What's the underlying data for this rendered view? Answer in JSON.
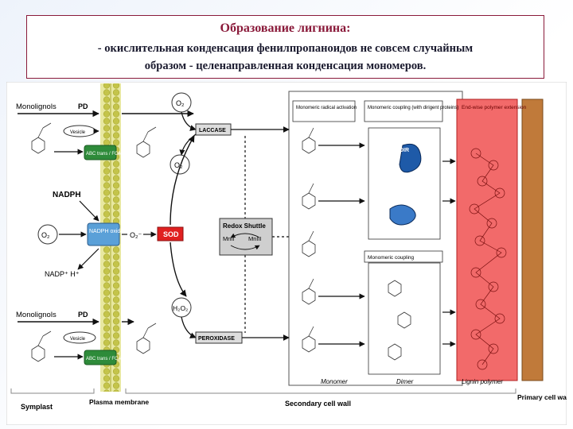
{
  "title": {
    "line1": "Образование лигнина:",
    "line2": "- окислительная конденсация фенилпропаноидов не совсем случайным",
    "line3": "образом - целенаправленная конденсация мономеров."
  },
  "diagram": {
    "monolignols_top": "Monolignols",
    "pd_top": "PD",
    "vesicle": "Vesicle",
    "abc_top": "ABC trans / FCA",
    "abc_bottom": "ABC trans / FCA",
    "nadph": "NADPH",
    "nadph_oxidase": "NADPH oxidase",
    "nadp": "NADP⁺ H⁺",
    "o2_left": "O₂",
    "o2_minus": "O₂⁻",
    "o2_top": "O₂",
    "o2_mid": "O₂",
    "sod": "SOD",
    "h2o2": "H₂O₂",
    "laccase": "LACCASE",
    "peroxidase": "PEROXIDASE",
    "redox_shuttle": "Redox Shuttle",
    "mn2": "MnII",
    "mn3": "MnIII",
    "monolignols_bottom": "Monolignols",
    "pd_bottom": "PD",
    "monomeric_radical": "Monomeric radical activation",
    "monomeric_coupling_dirigent": "Monomeric coupling (with dirigent proteins)",
    "dir": "DIR",
    "monomeric_coupling": "Monomeric coupling",
    "end_wise": "End-wise polymer extension",
    "monomer": "Monomer",
    "dimer": "Dimer",
    "lignin_polymer": "Lignin polymer",
    "symplast": "Symplast",
    "plasma_membrane": "Plasma membrane",
    "secondary_cell_wall": "Secondary cell wall",
    "primary_cell_wall": "Primary cell wall"
  },
  "colors": {
    "title_accent": "#8a1a3a",
    "membrane": "#d9d97a",
    "membrane_bead": "#c4c44a",
    "abc_green": "#2e8b3a",
    "nadph_blue": "#5aa0d8",
    "sod_red": "#e02020",
    "lignin_red": "#f05a5a",
    "primary_wall": "#c07a3a",
    "dir_blue": "#1e5aa8"
  }
}
